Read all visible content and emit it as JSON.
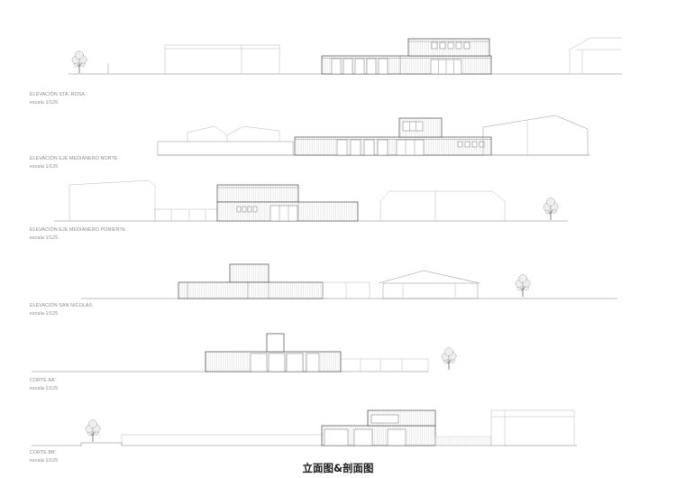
{
  "caption": "立面图&剖面图",
  "drawings": [
    {
      "title": "ELEVACIÓN STA. ROSA",
      "scale": "escala 1/125"
    },
    {
      "title": "ELEVACIÓN EJE MEDIANERO NORTE",
      "scale": "escala 1/125"
    },
    {
      "title": "ELEVACIÓN EJE MEDIANERO PONIENTE",
      "scale": "escala 1/125"
    },
    {
      "title": "ELEVACIÓN SAN NICOLÁS",
      "scale": "escala 1/125"
    },
    {
      "title": "CORTE AA'",
      "scale": "escala 1/125"
    },
    {
      "title": "CORTE BB'",
      "scale": "escala 1/125"
    }
  ]
}
